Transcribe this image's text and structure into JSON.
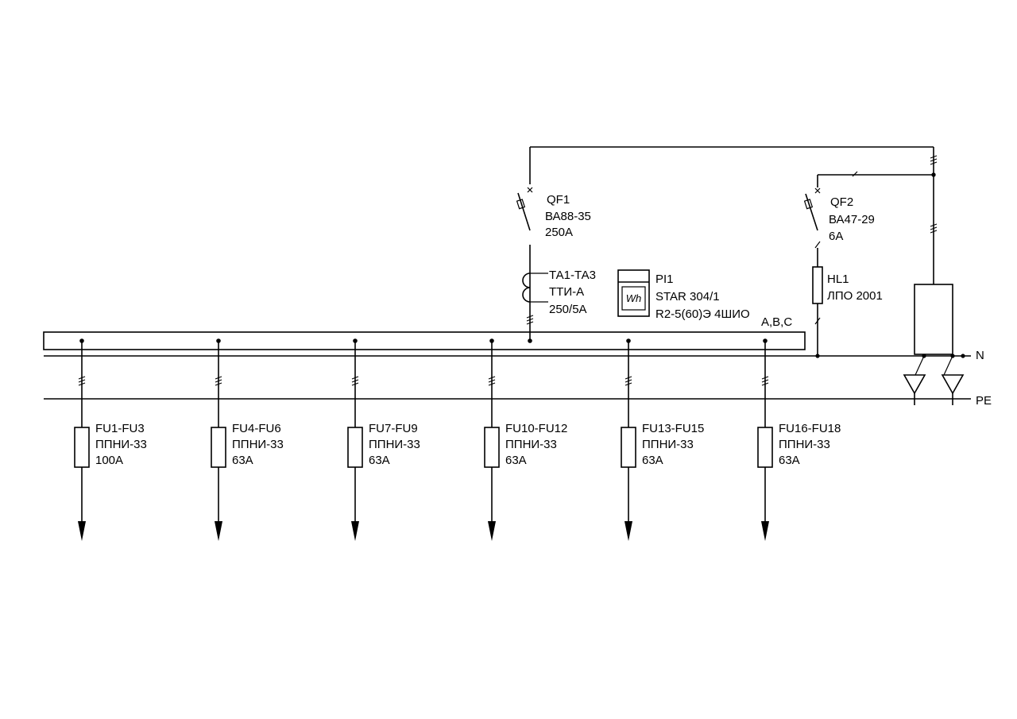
{
  "qf1": {
    "name": "QF1",
    "type": "ВА88-35",
    "rating": "250А"
  },
  "ta": {
    "name": "ТА1-ТА3",
    "type": "ТТИ-А",
    "ratio": "250/5А"
  },
  "meter": {
    "name": "PI1",
    "symbol": "Wh",
    "type": "STAR 304/1",
    "spec": "R2-5(60)Э 4ШИО"
  },
  "busbar_phases": "А,В,С",
  "qf2": {
    "name": "QF2",
    "type": "ВА47-29",
    "rating": "6А"
  },
  "hl1": {
    "name": "HL1",
    "type": "ЛПО 2001"
  },
  "bus_n": "N",
  "bus_pe": "PE",
  "feeders": [
    {
      "name": "FU1-FU3",
      "type": "ППНИ-33",
      "rating": "100А"
    },
    {
      "name": "FU4-FU6",
      "type": "ППНИ-33",
      "rating": "63А"
    },
    {
      "name": "FU7-FU9",
      "type": "ППНИ-33",
      "rating": "63А"
    },
    {
      "name": "FU10-FU12",
      "type": "ППНИ-33",
      "rating": "63А"
    },
    {
      "name": "FU13-FU15",
      "type": "ППНИ-33",
      "rating": "63А"
    },
    {
      "name": "FU16-FU18",
      "type": "ППНИ-33",
      "rating": "63А"
    }
  ]
}
